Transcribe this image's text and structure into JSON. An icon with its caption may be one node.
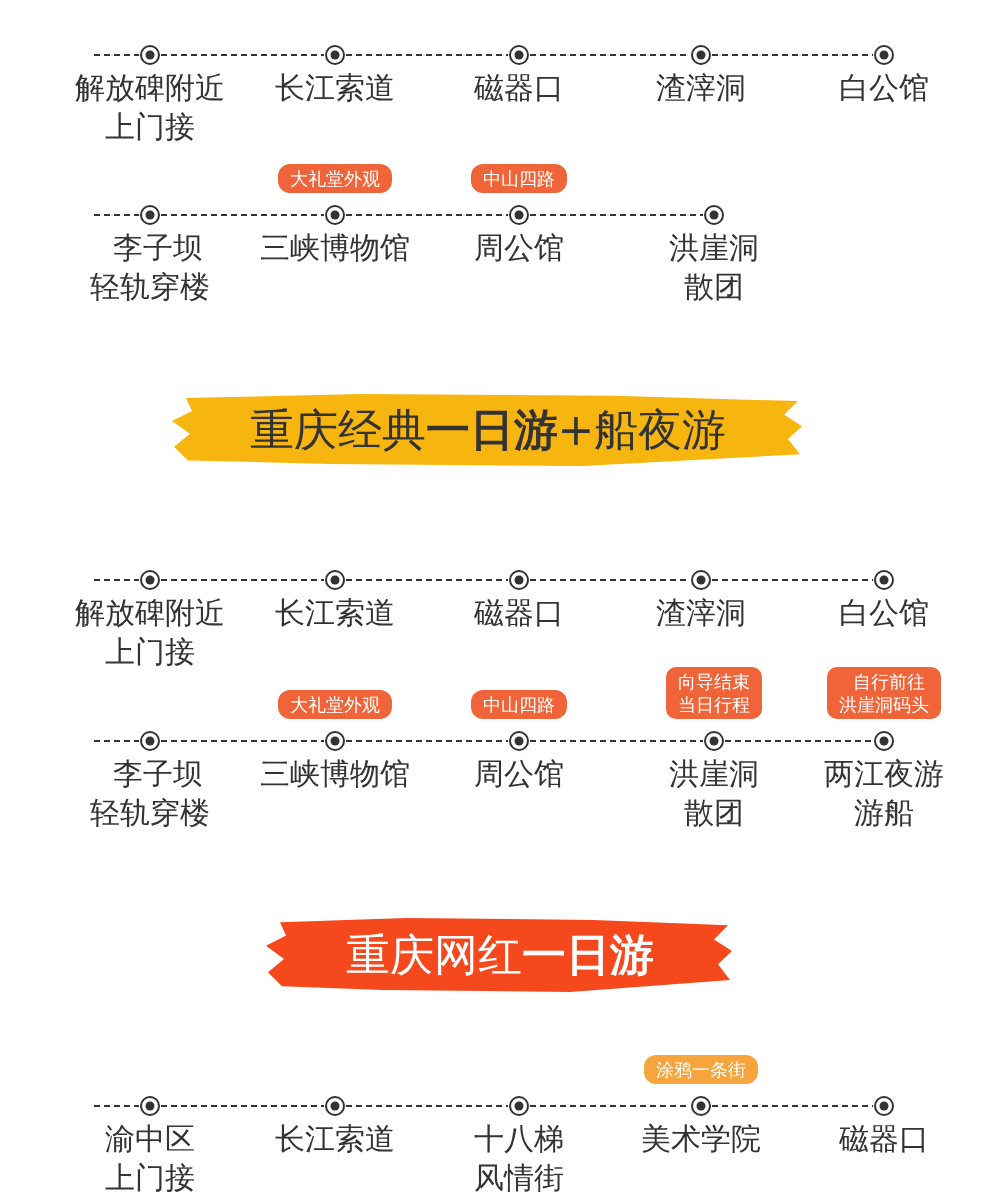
{
  "diagram": {
    "nodes": [
      {
        "text": [
          "解放碑附近上门接"
        ]
      },
      {
        "text": [
          "长江索道"
        ]
      },
      {
        "text": [
          "磁器口"
        ]
      },
      {
        "text": [
          "渣滓洞"
        ]
      },
      {
        "text": [
          "白公馆"
        ]
      },
      {
        "text": [
          "李子坝轻轨穿楼"
        ]
      },
      {
        "text": [
          "三峡博物馆"
        ],
        "beside": [
          "大礼堂外观"
        ]
      },
      {
        "text": [
          "周公馆"
        ],
        "beside": [
          "中山四路"
        ]
      },
      {
        "text": [
          "洪崖洞散团"
        ]
      },
      {
        "text": [
          "解放碑附近上门接"
        ]
      },
      {
        "text": [
          "长江索道"
        ]
      },
      {
        "text": [
          "磁器口"
        ]
      },
      {
        "text": [
          "渣滓洞"
        ]
      },
      {
        "text": [
          "白公馆"
        ]
      },
      {
        "text": [
          "李子坝轻轨穿楼"
        ]
      },
      {
        "text": [
          "三峡博物馆"
        ],
        "beside": [
          "大礼堂外观"
        ]
      },
      {
        "text": [
          "周公馆"
        ],
        "beside": [
          "中山四路"
        ]
      },
      {
        "text": [
          "洪崖洞散团"
        ],
        "beside": [
          "向导结束当日行程"
        ]
      },
      {
        "text": [
          "两江夜游游船"
        ],
        "beside": [
          "自行前往洪崖洞码头"
        ]
      },
      {
        "text": [
          "渝中区上门接"
        ]
      },
      {
        "text": [
          "长江索道"
        ]
      },
      {
        "text": [
          "十八梯风情街"
        ]
      },
      {
        "text": [
          "美术学院"
        ],
        "beside": [
          "涂鸦一条街"
        ]
      },
      {
        "text": [
          "磁器口"
        ]
      }
    ],
    "edges": [
      {
        "from": null,
        "to": 0,
        "arrow": "none"
      },
      {
        "from": 0,
        "to": 1,
        "arrow": "none"
      },
      {
        "from": 1,
        "to": 2,
        "arrow": "none"
      },
      {
        "from": 2,
        "to": 3,
        "arrow": "none"
      },
      {
        "from": 3,
        "to": 4,
        "arrow": "none"
      },
      {
        "from": null,
        "to": 5,
        "arrow": "none"
      },
      {
        "from": 5,
        "to": 6,
        "arrow": "none"
      },
      {
        "from": 6,
        "to": 7,
        "arrow": "none"
      },
      {
        "from": 7,
        "to": 8,
        "arrow": "none"
      },
      {
        "from": null,
        "to": 9,
        "arrow": "none"
      },
      {
        "from": 9,
        "to": 10,
        "arrow": "none"
      },
      {
        "from": 10,
        "to": 11,
        "arrow": "none"
      },
      {
        "from": 11,
        "to": 12,
        "arrow": "none"
      },
      {
        "from": 12,
        "to": 13,
        "arrow": "none"
      },
      {
        "from": null,
        "to": 14,
        "arrow": "none"
      },
      {
        "from": 14,
        "to": 15,
        "arrow": "none"
      },
      {
        "from": 15,
        "to": 16,
        "arrow": "none"
      },
      {
        "from": 16,
        "to": 17,
        "arrow": "none"
      },
      {
        "from": 17,
        "to": 18,
        "arrow": "none"
      },
      {
        "from": null,
        "to": 19,
        "arrow": "none"
      },
      {
        "from": 19,
        "to": 20,
        "arrow": "none"
      },
      {
        "from": 20,
        "to": 21,
        "arrow": "none"
      },
      {
        "from": 21,
        "to": 22,
        "arrow": "none"
      },
      {
        "from": 22,
        "to": 23,
        "arrow": "none"
      }
    ],
    "labels": [
      "重庆经典**一日游**+船夜游",
      "重庆网红**一日游**"
    ]
  }
}
